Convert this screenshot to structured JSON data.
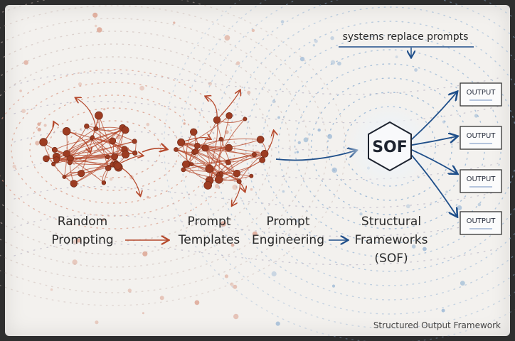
{
  "annotation": {
    "text": "systems replace prompts"
  },
  "stages": [
    {
      "id": "random",
      "lines": [
        "Random",
        "Prompting"
      ]
    },
    {
      "id": "templates",
      "lines": [
        "Prompt",
        "Templates"
      ]
    },
    {
      "id": "engineering",
      "lines": [
        "Prompt",
        "Engineering"
      ]
    },
    {
      "id": "frameworks",
      "lines": [
        "Structural",
        "Frameworks",
        "(SOF)"
      ]
    }
  ],
  "hub": {
    "label": "SOF"
  },
  "outputs": [
    "OUTPUT",
    "OUTPUT",
    "OUTPUT",
    "OUTPUT"
  ],
  "footer": {
    "text": "Structured Output Framework"
  },
  "colors": {
    "chaos": "#b5482b",
    "chaos_light": "#d99a86",
    "system": "#1f4f8a",
    "system_light": "#8fb0d2",
    "paper": "#f3f1ee"
  }
}
